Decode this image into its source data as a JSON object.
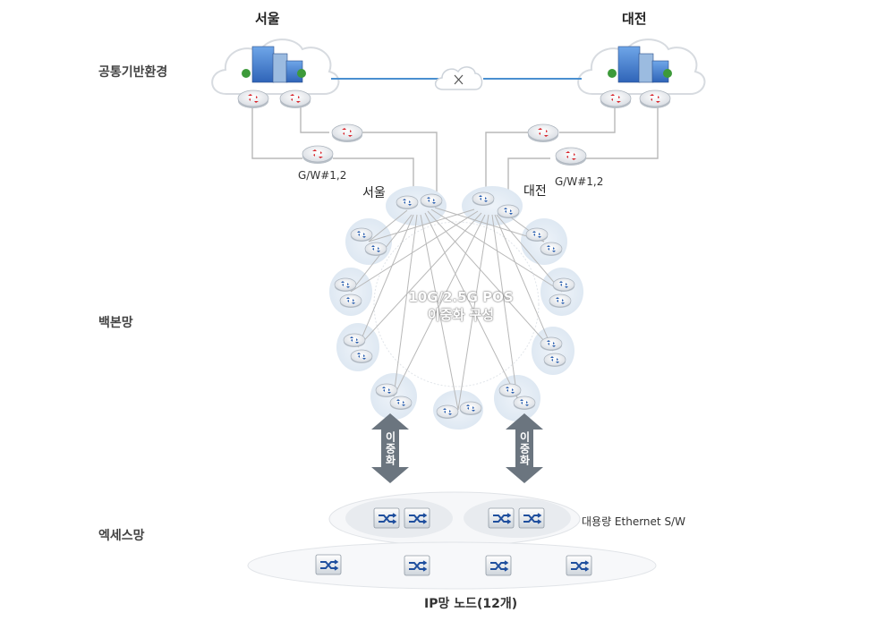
{
  "sections": {
    "common": "공통기반환경",
    "backbone": "백본망",
    "access": "엑세스망"
  },
  "top": {
    "left_city": "서울",
    "right_city": "대전",
    "gw_left": "G/W#1,2",
    "gw_right": "G/W#1,2"
  },
  "core": {
    "left_city": "서울",
    "right_city": "대전",
    "center_line1": "10G/2.5G POS",
    "center_line2": "이중화 구성"
  },
  "redundancy": {
    "left": "이중화",
    "right": "이중화"
  },
  "access": {
    "ethernet_label": "대용량 Ethernet S/W",
    "ip_nodes_label": "IP망 노드(12개)"
  },
  "colors": {
    "line": "#b8b8b8",
    "link_blue": "#4a8fd0",
    "router_red": "#d8232a",
    "router_blue": "#2a5fb0",
    "arrow_gray": "#6b757f"
  }
}
